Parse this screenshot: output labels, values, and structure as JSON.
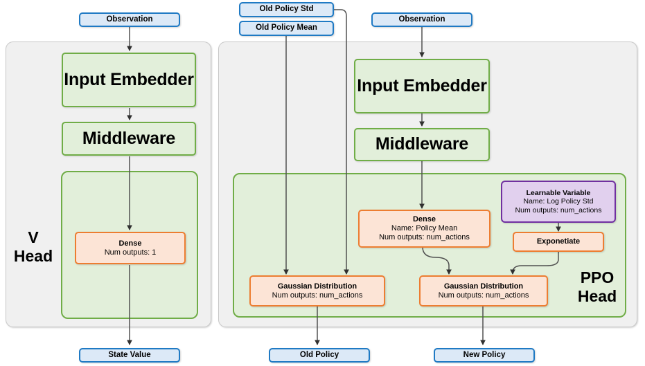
{
  "diagram": {
    "title": "PPO network architecture (V Head and PPO Head)",
    "colors": {
      "green_fill": "#e2efda",
      "green_border": "#70ad47",
      "orange_fill": "#fce4d6",
      "orange_border": "#ed7d31",
      "purple_fill": "#e1d0ee",
      "purple_border": "#7030a0",
      "blue_fill": "#dce9f7",
      "blue_border": "#1f7ac4",
      "panel_fill": "#f0f0f0",
      "panel_border": "#c8c8c8",
      "arrow": "#404040"
    }
  },
  "inputs": {
    "v_observation": "Observation",
    "ppo_observation": "Observation",
    "old_policy_std": "Old Policy Std",
    "old_policy_mean": "Old Policy Mean"
  },
  "outputs": {
    "state_value": "State Value",
    "old_policy": "Old Policy",
    "new_policy": "New Policy"
  },
  "v_head": {
    "label_line1": "V",
    "label_line2": "Head",
    "input_embedder": "Input Embedder",
    "middleware": "Middleware",
    "dense": {
      "title": "Dense",
      "num_outputs": "Num outputs: 1"
    }
  },
  "ppo_head": {
    "label_line1": "PPO",
    "label_line2": "Head",
    "input_embedder": "Input Embedder",
    "middleware": "Middleware",
    "dense": {
      "title": "Dense",
      "name": "Name: Policy Mean",
      "num_outputs": "Num outputs: num_actions"
    },
    "learnable_variable": {
      "title": "Learnable Variable",
      "name": "Name: Log Policy Std",
      "num_outputs": "Num outputs: num_actions"
    },
    "exponetiate": "Exponetiate",
    "gaussian_old": {
      "title": "Gaussian Distribution",
      "num_outputs": "Num outputs: num_actions"
    },
    "gaussian_new": {
      "title": "Gaussian Distribution",
      "num_outputs": "Num outputs: num_actions"
    }
  }
}
